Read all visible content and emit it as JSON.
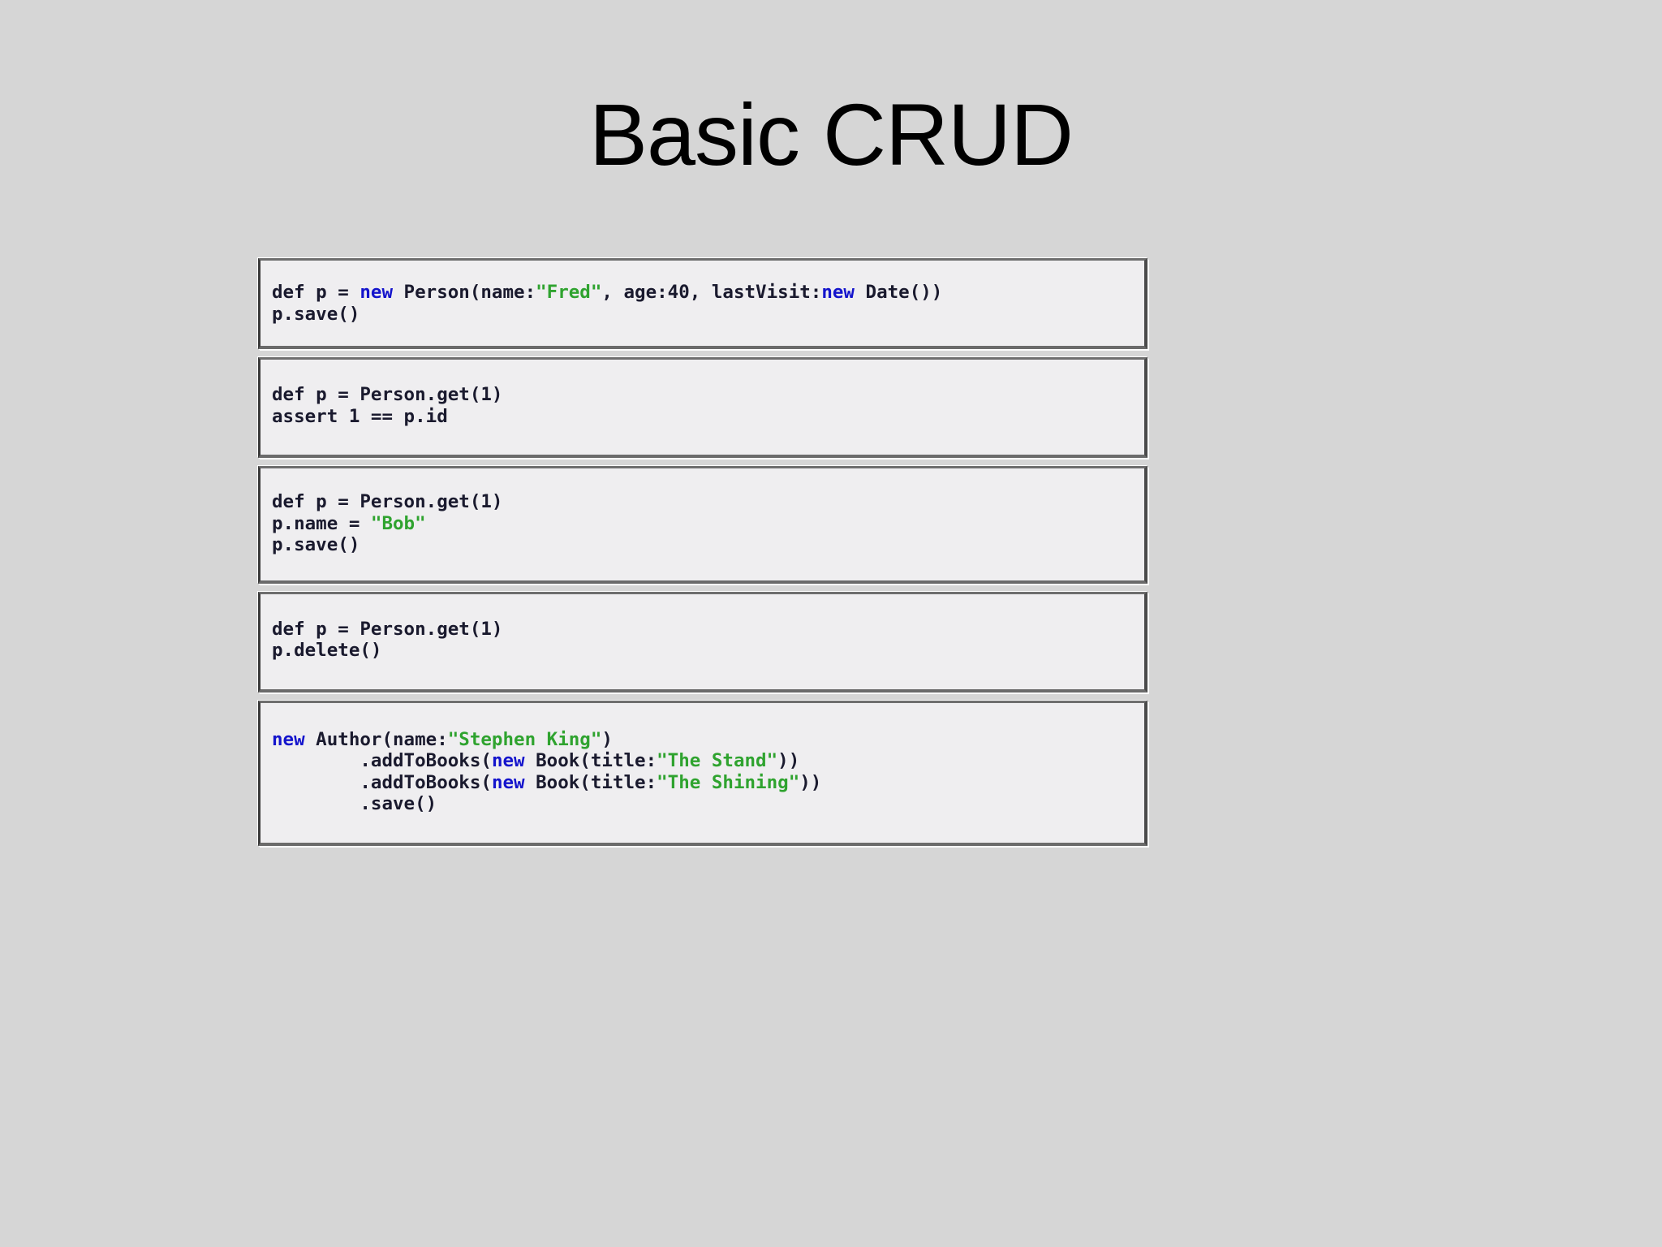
{
  "slide": {
    "title": "Basic CRUD",
    "background_color": "#d6d6d6",
    "title_color": "#000000"
  },
  "theme": {
    "code_background": "#efeef0",
    "code_border_dark": "#4a4a4a",
    "code_text_color": "#1a1a2e",
    "keyword_color": "#1414cc",
    "string_color": "#2fa32f"
  },
  "code_blocks": [
    {
      "id": "create",
      "lines": [
        {
          "segments": [
            {
              "kind": "plain",
              "text": "def p = "
            },
            {
              "kind": "keyword",
              "text": "new"
            },
            {
              "kind": "plain",
              "text": " Person(name:"
            },
            {
              "kind": "string",
              "text": "\"Fred\""
            },
            {
              "kind": "plain",
              "text": ", age:40, lastVisit:"
            },
            {
              "kind": "keyword",
              "text": "new"
            },
            {
              "kind": "plain",
              "text": " Date())"
            }
          ]
        },
        {
          "segments": [
            {
              "kind": "plain",
              "text": "p.save()"
            }
          ]
        }
      ]
    },
    {
      "id": "read",
      "lines": [
        {
          "segments": [
            {
              "kind": "plain",
              "text": "def p = Person.get(1)"
            }
          ]
        },
        {
          "segments": [
            {
              "kind": "plain",
              "text": "assert 1 == p.id"
            }
          ]
        }
      ]
    },
    {
      "id": "update",
      "lines": [
        {
          "segments": [
            {
              "kind": "plain",
              "text": "def p = Person.get(1)"
            }
          ]
        },
        {
          "segments": [
            {
              "kind": "plain",
              "text": "p.name = "
            },
            {
              "kind": "string",
              "text": "\"Bob\""
            }
          ]
        },
        {
          "segments": [
            {
              "kind": "plain",
              "text": "p.save()"
            }
          ]
        }
      ]
    },
    {
      "id": "delete",
      "lines": [
        {
          "segments": [
            {
              "kind": "plain",
              "text": "def p = Person.get(1)"
            }
          ]
        },
        {
          "segments": [
            {
              "kind": "plain",
              "text": "p.delete()"
            }
          ]
        }
      ]
    },
    {
      "id": "associations",
      "lines": [
        {
          "segments": [
            {
              "kind": "keyword",
              "text": "new"
            },
            {
              "kind": "plain",
              "text": " Author(name:"
            },
            {
              "kind": "string",
              "text": "\"Stephen King\""
            },
            {
              "kind": "plain",
              "text": ")"
            }
          ]
        },
        {
          "segments": [
            {
              "kind": "plain",
              "text": "        .addToBooks("
            },
            {
              "kind": "keyword",
              "text": "new"
            },
            {
              "kind": "plain",
              "text": " Book(title:"
            },
            {
              "kind": "string",
              "text": "\"The Stand\""
            },
            {
              "kind": "plain",
              "text": "))"
            }
          ]
        },
        {
          "segments": [
            {
              "kind": "plain",
              "text": "        .addToBooks("
            },
            {
              "kind": "keyword",
              "text": "new"
            },
            {
              "kind": "plain",
              "text": " Book(title:"
            },
            {
              "kind": "string",
              "text": "\"The Shining\""
            },
            {
              "kind": "plain",
              "text": "))"
            }
          ]
        },
        {
          "segments": [
            {
              "kind": "plain",
              "text": "        .save()"
            }
          ]
        }
      ]
    }
  ]
}
